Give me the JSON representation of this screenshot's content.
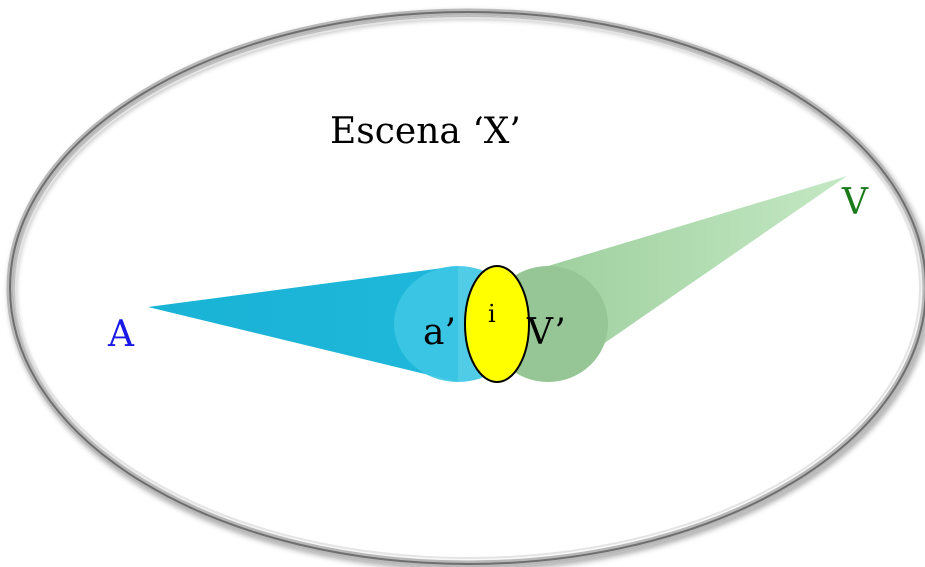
{
  "scene": {
    "title": "Escena ‘X’"
  },
  "points": {
    "a": "A",
    "v": "V",
    "a_prime": "a’",
    "v_prime": "V’",
    "intersection": "i"
  },
  "colors": {
    "background": "#ffffff",
    "ellipse_stroke": "#8a8a8a",
    "cone_a": "#19b3d6",
    "cone_a_end": "#3ec6e4",
    "cone_v": "#a6d8a6",
    "cone_v_end": "#8fc08f",
    "intersection_fill": "#ffff00",
    "label_a": "#1a1ae6",
    "label_v": "#1a7a1a",
    "text": "#000000"
  }
}
